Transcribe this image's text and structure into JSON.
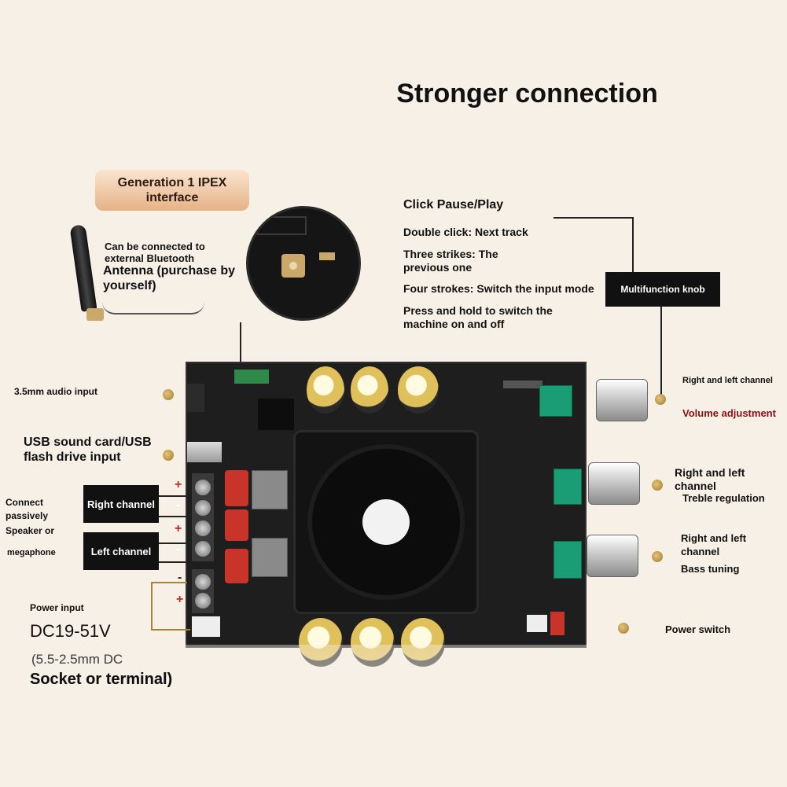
{
  "title": "Stronger connection",
  "ipex": {
    "pill": "Generation 1 IPEX interface",
    "note_line1": "Can be connected to",
    "note_line2": "external Bluetooth",
    "note_big": "Antenna (purchase by yourself)"
  },
  "knob_functions": {
    "click": "Click Pause/Play",
    "double": "Double click: Next track",
    "three": "Three strikes: The previous one",
    "four": "Four strokes: Switch the input mode",
    "hold": "Press and hold to switch the machine on and off",
    "box": "Multifunction knob"
  },
  "left_labels": {
    "audio_input": "3.5mm audio input",
    "usb": "USB sound card/USB flash drive input",
    "connect": "Connect passively",
    "speaker": "Speaker or",
    "megaphone": "megaphone",
    "right_channel": "Right channel",
    "left_channel": "Left channel",
    "power_input": "Power input",
    "voltage": "DC19-51V",
    "socket_a": "(5.5-2.5mm DC",
    "socket_b": "Socket or terminal)"
  },
  "right_labels": {
    "vol_top": "Right and left channel",
    "vol_main": "Volume adjustment",
    "treble_top": "Right and left channel",
    "treble_main": "Treble regulation",
    "bass_top": "Right and left channel",
    "bass_main": "Bass tuning",
    "power_switch": "Power switch"
  },
  "board_marks": {
    "plus1": "+",
    "minus1": "-",
    "plus2": "+",
    "minus2": "-",
    "minus3": "-",
    "plus3": "+"
  },
  "colors": {
    "background": "#f6f0e6",
    "volume_accent": "#8b1010",
    "pill_gradient_top": "#fbe4cf",
    "pill_gradient_bottom": "#e6b287",
    "pot_green": "#1a9d74"
  }
}
